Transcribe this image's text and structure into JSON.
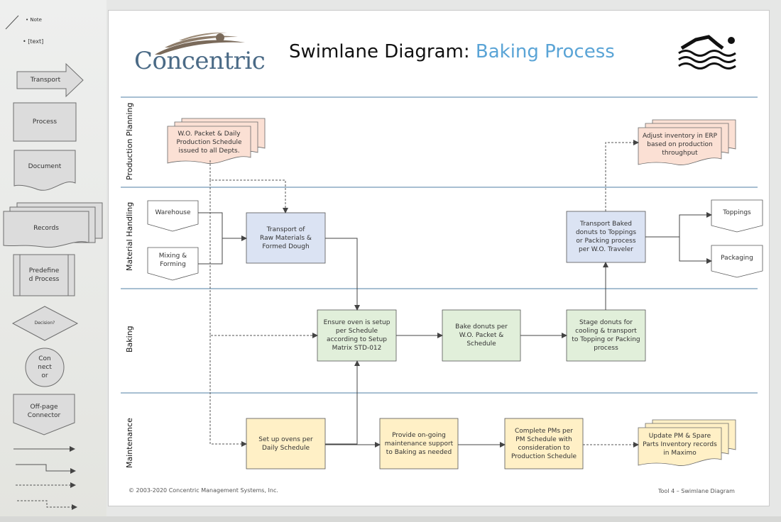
{
  "stencil": {
    "note_label": "• Note",
    "text_label": "• [text]",
    "transport_label": "Transport",
    "process_label": "Process",
    "document_label": "Document",
    "records_label": "Records",
    "predefined_label": "Predefine\nd Process",
    "decision_label": "Decision?",
    "connector_label": "Con\nnect\nor",
    "offpage_label": "Off-page\nConnector"
  },
  "header": {
    "brand": "Concentric",
    "title_main": "Swimlane Diagram: ",
    "title_accent": "Baking Process"
  },
  "lanes": {
    "production_planning": "Production Planning",
    "material_handling": "Material Handling",
    "baking": "Baking",
    "maintenance": "Maintenance"
  },
  "nodes": {
    "wo_packet": "W.O. Packet & Daily\nProduction Schedule\nissued to all Depts.",
    "adjust_inventory": "Adjust inventory in ERP\nbased on production\nthroughput",
    "warehouse": "Warehouse",
    "mixing_forming": "Mixing &\nForming",
    "transport_raw": "Transport of\nRaw Materials &\nFormed Dough",
    "transport_baked": "Transport Baked\ndonuts to Toppings\nor Packing process\nper W.O. Traveler",
    "toppings": "Toppings",
    "packaging": "Packaging",
    "ensure_oven": "Ensure oven is setup\nper Schedule\naccording to Setup\nMatrix STD-012",
    "bake_donuts": "Bake donuts per\nW.O. Packet &\nSchedule",
    "stage_donuts": "Stage donuts for\ncooling & transport\nto Topping or Packing\nprocess",
    "setup_ovens": "Set up ovens per\nDaily Schedule",
    "maintenance_support": "Provide on-going\nmaintenance support\nto Baking as needed",
    "complete_pms": "Complete PMs per\nPM Schedule with\nconsideration to\nProduction Schedule",
    "update_pm": "Update PM & Spare\nParts Inventory records\nin Maximo"
  },
  "footer": {
    "copyright": "© 2003-2020 Concentric Management Systems, Inc.",
    "tool": "Tool 4 – Swimlane Diagram"
  },
  "colors": {
    "document_fill": "#fbe0d4",
    "process_fill_blue": "#dbe3f3",
    "process_fill_green": "#e1efda",
    "process_fill_yellow": "#fff0c6",
    "lane_line": "#4f7fa6",
    "title_accent": "#5aa4d6"
  }
}
